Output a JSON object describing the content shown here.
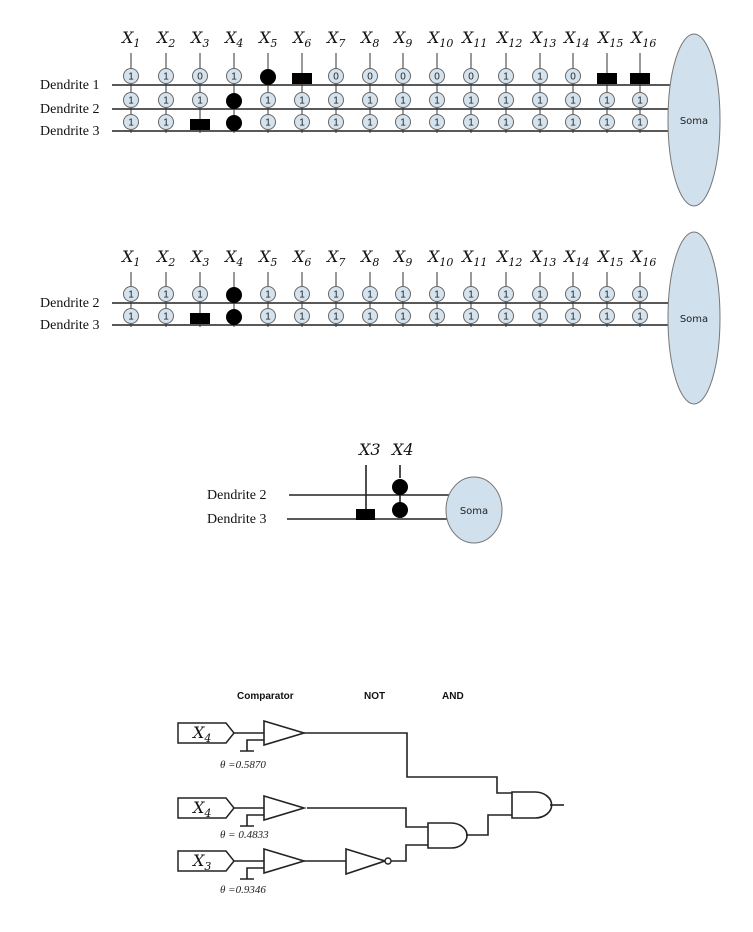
{
  "colors": {
    "synapse_fill": "#d5e3ee",
    "soma_fill": "#d0e0ec",
    "line": "#222222",
    "black": "#000000"
  },
  "panel1": {
    "inputs": [
      "X1",
      "X2",
      "X3",
      "X4",
      "X5",
      "X6",
      "X7",
      "X8",
      "X9",
      "X10",
      "X11",
      "X12",
      "X13",
      "X14",
      "X15",
      "X16"
    ],
    "soma_label": "Soma",
    "dendrites": [
      {
        "label": "Dendrite 1",
        "synapses": [
          "1",
          "1",
          "0",
          "1",
          "circle",
          "square",
          "0",
          "0",
          "0",
          "0",
          "0",
          "1",
          "1",
          "0",
          "square",
          "square"
        ]
      },
      {
        "label": "Dendrite 2",
        "synapses": [
          "1",
          "1",
          "1",
          "circle",
          "1",
          "1",
          "1",
          "1",
          "1",
          "1",
          "1",
          "1",
          "1",
          "1",
          "1",
          "1"
        ]
      },
      {
        "label": "Dendrite 3",
        "synapses": [
          "1",
          "1",
          "square",
          "circle",
          "1",
          "1",
          "1",
          "1",
          "1",
          "1",
          "1",
          "1",
          "1",
          "1",
          "1",
          "1"
        ]
      }
    ]
  },
  "panel2": {
    "inputs": [
      "X1",
      "X2",
      "X3",
      "X4",
      "X5",
      "X6",
      "X7",
      "X8",
      "X9",
      "X10",
      "X11",
      "X12",
      "X13",
      "X14",
      "X15",
      "X16"
    ],
    "soma_label": "Soma",
    "dendrites": [
      {
        "label": "Dendrite 2",
        "synapses": [
          "1",
          "1",
          "1",
          "circle",
          "1",
          "1",
          "1",
          "1",
          "1",
          "1",
          "1",
          "1",
          "1",
          "1",
          "1",
          "1"
        ]
      },
      {
        "label": "Dendrite 3",
        "synapses": [
          "1",
          "1",
          "square",
          "circle",
          "1",
          "1",
          "1",
          "1",
          "1",
          "1",
          "1",
          "1",
          "1",
          "1",
          "1",
          "1"
        ]
      }
    ]
  },
  "panel3": {
    "inputs": [
      "X3",
      "X4"
    ],
    "soma_label": "Soma",
    "dendrites": [
      {
        "label": "Dendrite 2"
      },
      {
        "label": "Dendrite 3"
      }
    ]
  },
  "circuit": {
    "titles": {
      "comparator": "Comparator",
      "not": "NOT",
      "and": "AND"
    },
    "comparators": [
      {
        "input": "X4",
        "theta": "θ =0.5870"
      },
      {
        "input": "X4",
        "theta": "θ = 0.4833"
      },
      {
        "input": "X3",
        "theta": "θ =0.9346"
      }
    ]
  }
}
